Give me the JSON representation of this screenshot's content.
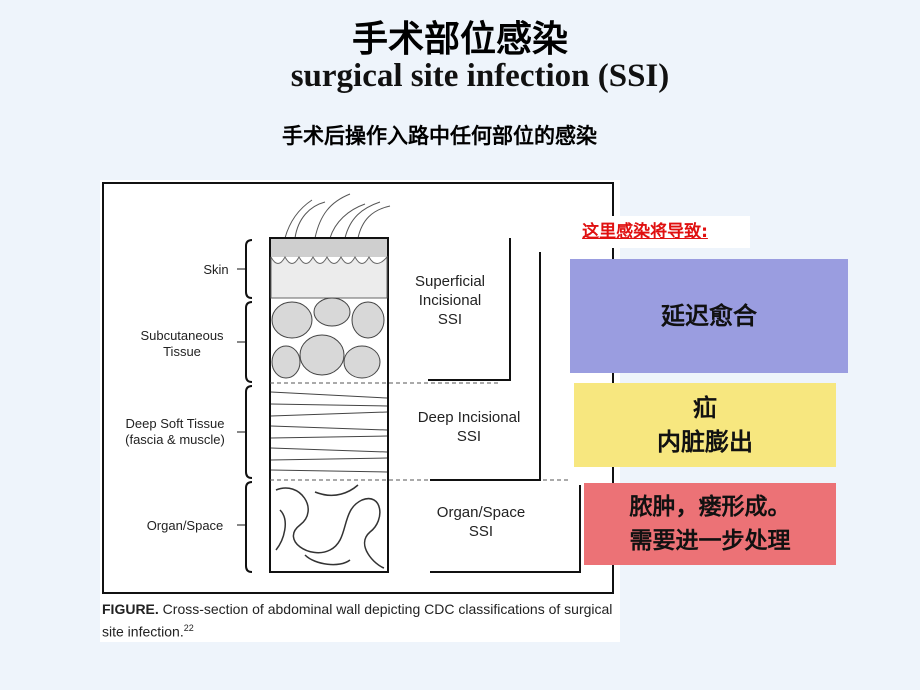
{
  "title_cn": "手术部位感染",
  "title_en": "surgical site infection (SSI)",
  "subtitle": "手术后操作入路中任何部位的感染",
  "figure": {
    "layers": {
      "skin": "Skin",
      "subcutaneous_1": "Subcutaneous",
      "subcutaneous_2": "Tissue",
      "deep_1": "Deep Soft Tissue",
      "deep_2": "(fascia & muscle)",
      "organ": "Organ/Space"
    },
    "ssi": {
      "superficial_1": "Superficial",
      "superficial_2": "Incisional",
      "superficial_3": "SSI",
      "deep_1": "Deep Incisional",
      "deep_2": "SSI",
      "organ_1": "Organ/Space",
      "organ_2": "SSI"
    },
    "caption_label": "FIGURE.",
    "caption_text": " Cross-section of abdominal wall depicting CDC classifications of surgical site infection.",
    "caption_ref": "22"
  },
  "lead_text": "这里感染将导致:",
  "outcomes": {
    "o1": "延迟愈合",
    "o2_line1": "疝",
    "o2_line2": "内脏膨出",
    "o3_line1": "脓肿，瘘形成。",
    "o3_line2": "需要进一步处理"
  },
  "colors": {
    "background": "#eef4fb",
    "lead_text": "#e01010",
    "box_delayed_healing": "#9a9de0",
    "box_hernia": "#f7e77f",
    "box_abscess": "#ec7276"
  }
}
